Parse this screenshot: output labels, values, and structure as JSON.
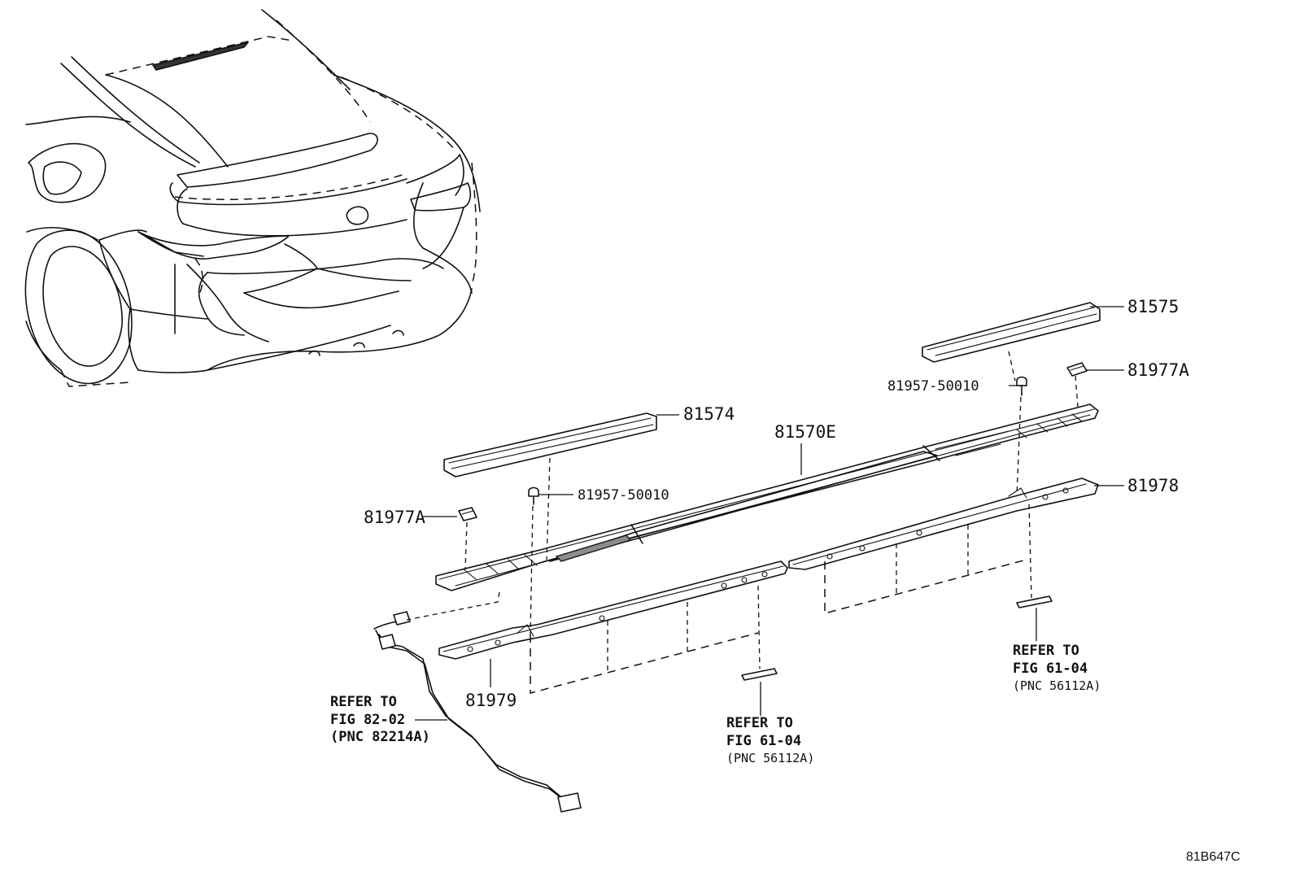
{
  "callouts": {
    "p81575": "81575",
    "p81977a_right": "81977A",
    "p81957_right": "81957-50010",
    "p81574": "81574",
    "p81570e": "81570E",
    "p81978": "81978",
    "p81957_left": "81957-50010",
    "p81977a_left": "81977A",
    "p81979": "81979"
  },
  "references": {
    "harness": {
      "line1": "REFER TO",
      "line2": "FIG 82-02",
      "line3": "(PNC 82214A)"
    },
    "center_clip": {
      "line1": "REFER TO",
      "line2": "FIG 61-04",
      "line3": "(PNC 56112A)"
    },
    "right_clip": {
      "line1": "REFER TO",
      "line2": "FIG 61-04",
      "line3": "(PNC 56112A)"
    }
  },
  "figure_id": "81B647C"
}
